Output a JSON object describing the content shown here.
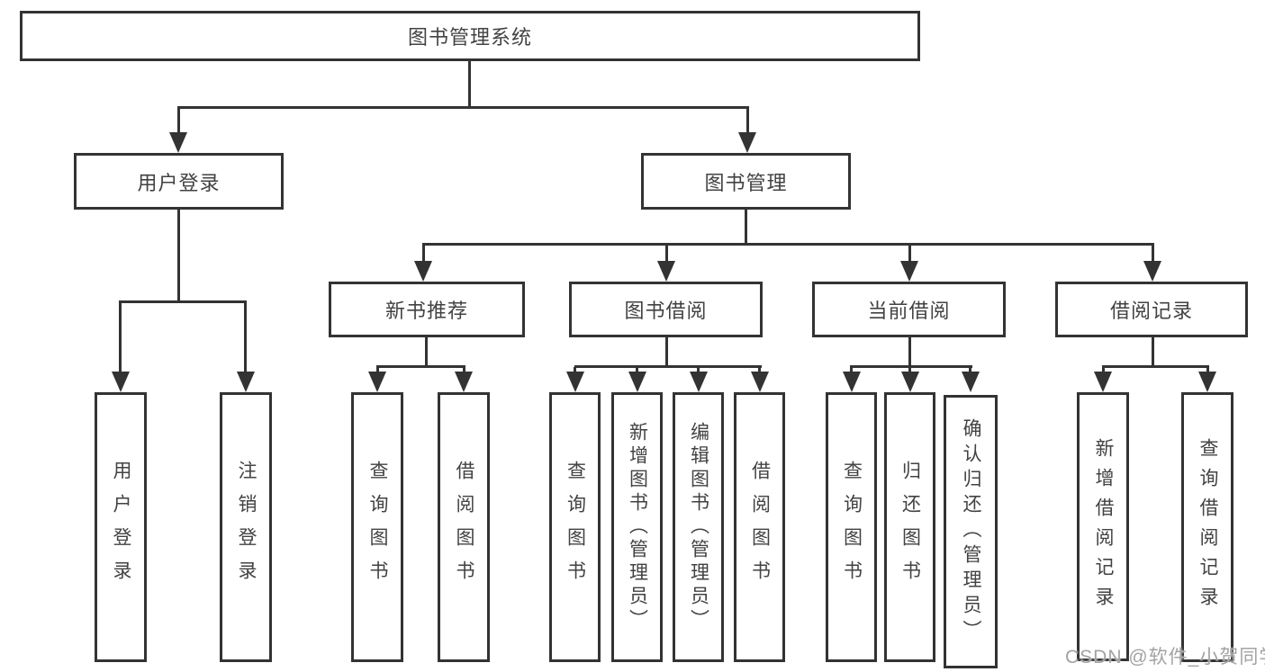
{
  "tree": {
    "root": "图书管理系统",
    "branches": [
      {
        "label": "用户登录",
        "children": [
          "用户登录",
          "注销登录"
        ]
      },
      {
        "label": "图书管理",
        "sections": [
          {
            "label": "新书推荐",
            "children": [
              "查询图书",
              "借阅图书"
            ]
          },
          {
            "label": "图书借阅",
            "children": [
              "查询图书",
              "新增图书（管理员）",
              "编辑图书（管理员）",
              "借阅图书"
            ]
          },
          {
            "label": "当前借阅",
            "children": [
              "查询图书",
              "归还图书",
              "确认归还（管理员）"
            ]
          },
          {
            "label": "借阅记录",
            "children": [
              "新增借阅记录",
              "查询借阅记录"
            ]
          }
        ]
      }
    ]
  },
  "colors": {
    "line": "#333333",
    "text": "#424242",
    "watermark_text": "#a3a3a3",
    "background": "#ffffff"
  },
  "watermark": "CSDN @软件_小贺同学"
}
